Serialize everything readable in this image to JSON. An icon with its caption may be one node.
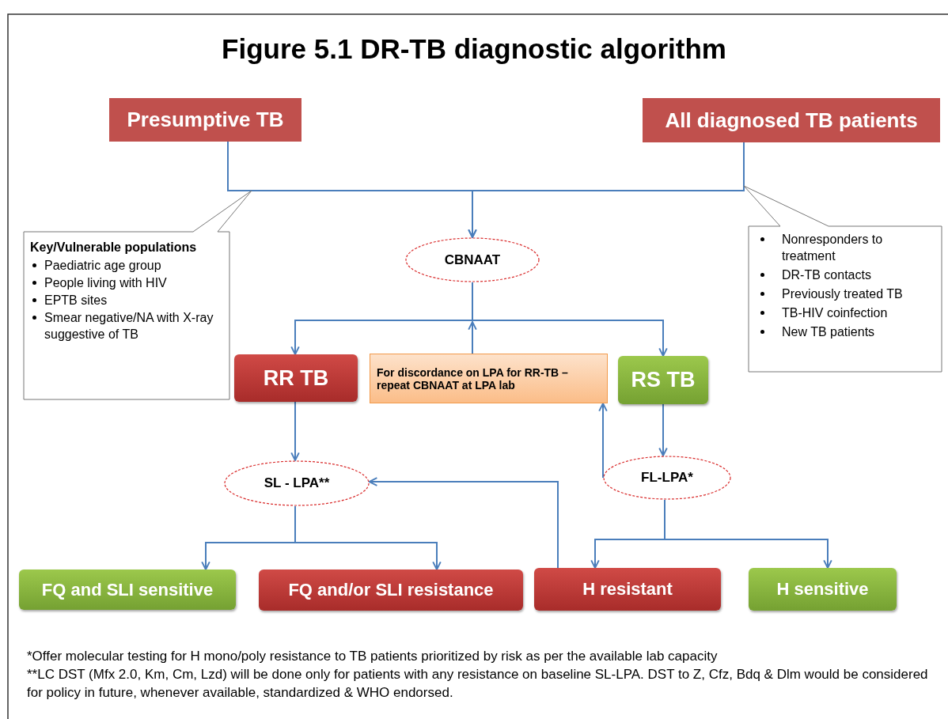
{
  "diagram": {
    "title": "Figure 5.1 DR-TB diagnostic algorithm",
    "nodes": [
      {
        "text": [
          "Presumptive TB"
        ]
      },
      {
        "text": [
          "All diagnosed TB patients"
        ]
      },
      {
        "text": [
          "Key/Vulnerable populations",
          "Paediatric age group",
          "People living with HIV",
          "EPTB sites",
          "Smear negative/NA with X-ray suggestive of TB"
        ]
      },
      {
        "text": [
          "Nonresponders to treatment",
          "DR-TB contacts",
          "Previously treated TB",
          "TB-HIV coinfection",
          "New TB patients"
        ]
      },
      {
        "text": [
          "CBNAAT"
        ]
      },
      {
        "text": [
          "RR TB"
        ]
      },
      {
        "text": [
          "For discordance on LPA for RR-TB – repeat CBNAAT at LPA lab"
        ]
      },
      {
        "text": [
          "RS TB"
        ]
      },
      {
        "text": [
          "SL - LPA**"
        ]
      },
      {
        "text": [
          "FL-LPA*"
        ]
      },
      {
        "text": [
          "FQ and SLI sensitive"
        ]
      },
      {
        "text": [
          "FQ and/or SLI resistance"
        ]
      },
      {
        "text": [
          "H resistant"
        ]
      },
      {
        "text": [
          "H sensitive"
        ]
      }
    ],
    "edges": [
      {
        "from": 0,
        "to": 4,
        "arrow": "to"
      },
      {
        "from": 1,
        "to": 4,
        "arrow": "to"
      },
      {
        "from": 4,
        "to": 5,
        "arrow": "to"
      },
      {
        "from": 4,
        "to": 7,
        "arrow": "to"
      },
      {
        "from": 6,
        "to": null,
        "arrow": "to"
      },
      {
        "from": 5,
        "to": 8,
        "arrow": "to"
      },
      {
        "from": 7,
        "to": 9,
        "arrow": "to"
      },
      {
        "from": 9,
        "to": 6,
        "arrow": "to"
      },
      {
        "from": 8,
        "to": 10,
        "arrow": "to"
      },
      {
        "from": 8,
        "to": 11,
        "arrow": "to"
      },
      {
        "from": 9,
        "to": 12,
        "arrow": "to"
      },
      {
        "from": 9,
        "to": 13,
        "arrow": "to"
      },
      {
        "from": 12,
        "to": 8,
        "arrow": "to"
      }
    ],
    "labels": [
      "*Offer molecular testing for H mono/poly resistance to TB patients prioritized by risk as per the available lab capacity",
      "**LC DST (Mfx 2.0, Km, Cm, Lzd)  will be done only for patients with any resistance on baseline SL-LPA. DST to Z, Cfz, Bdq & Dlm would be considered for policy in future, whenever available, standardized & WHO endorsed."
    ]
  }
}
